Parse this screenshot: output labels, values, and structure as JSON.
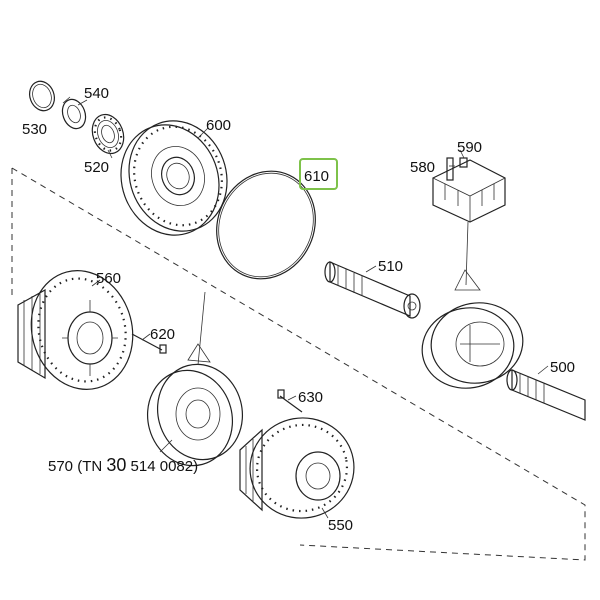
{
  "labels": {
    "p500": "500",
    "p510": "510",
    "p520": "520",
    "p530": "530",
    "p540": "540",
    "p550": "550",
    "p560": "560",
    "p570_prefix": "570 (TN ",
    "p570_big": "30",
    "p570_suffix": " 514 0082)",
    "p580": "580",
    "p590": "590",
    "p600": "600",
    "p610": "610",
    "p620": "620",
    "p630": "630"
  },
  "highlight": {
    "part": "610",
    "color": "#7ec24a"
  }
}
